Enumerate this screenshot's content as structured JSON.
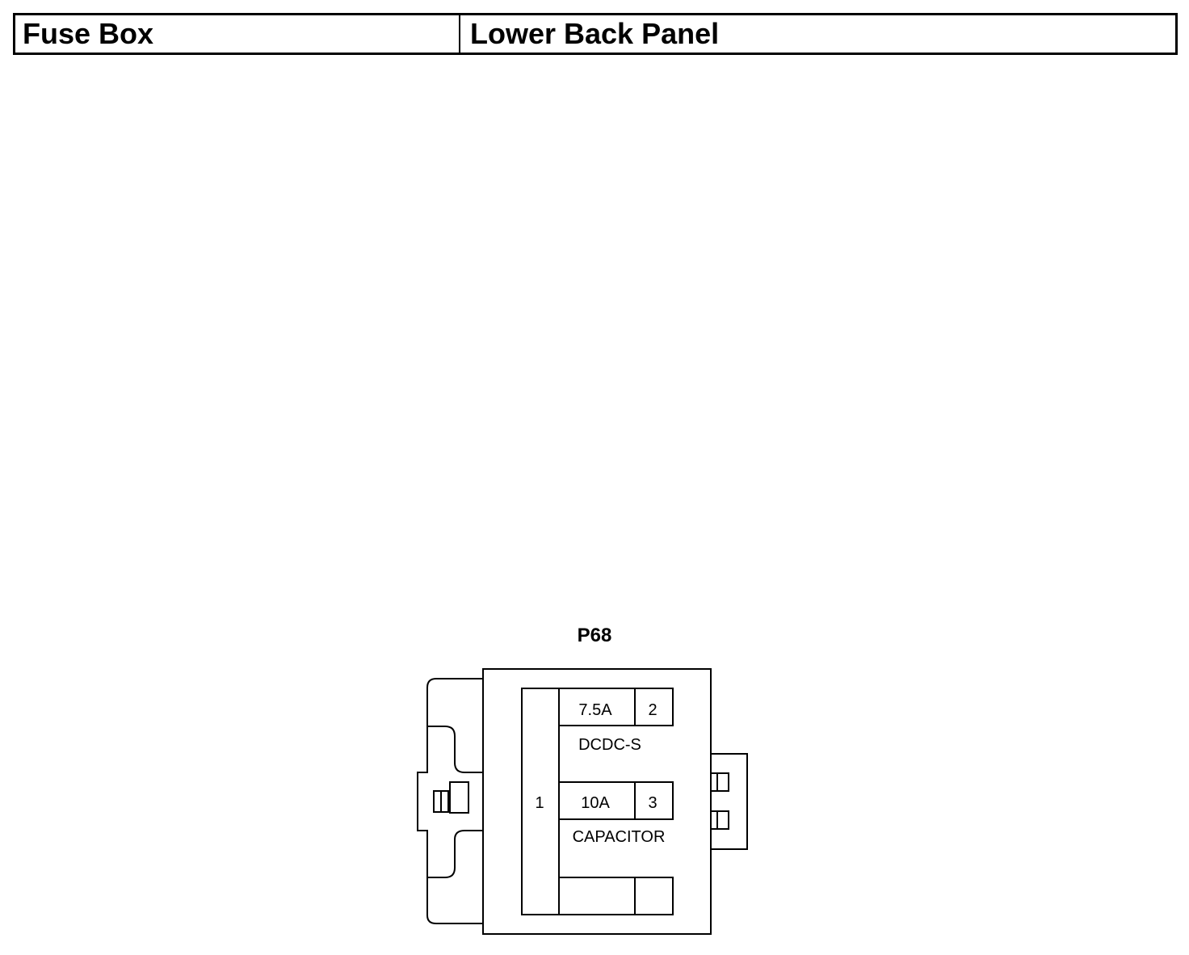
{
  "header": {
    "left_title": "Fuse Box",
    "right_title": "Lower Back Panel"
  },
  "connector": {
    "id": "P68",
    "terminal_1": "1",
    "fuses": [
      {
        "rating": "7.5A",
        "terminal": "2",
        "name": "DCDC-S"
      },
      {
        "rating": "10A",
        "terminal": "3",
        "name": "CAPACITOR"
      }
    ]
  }
}
